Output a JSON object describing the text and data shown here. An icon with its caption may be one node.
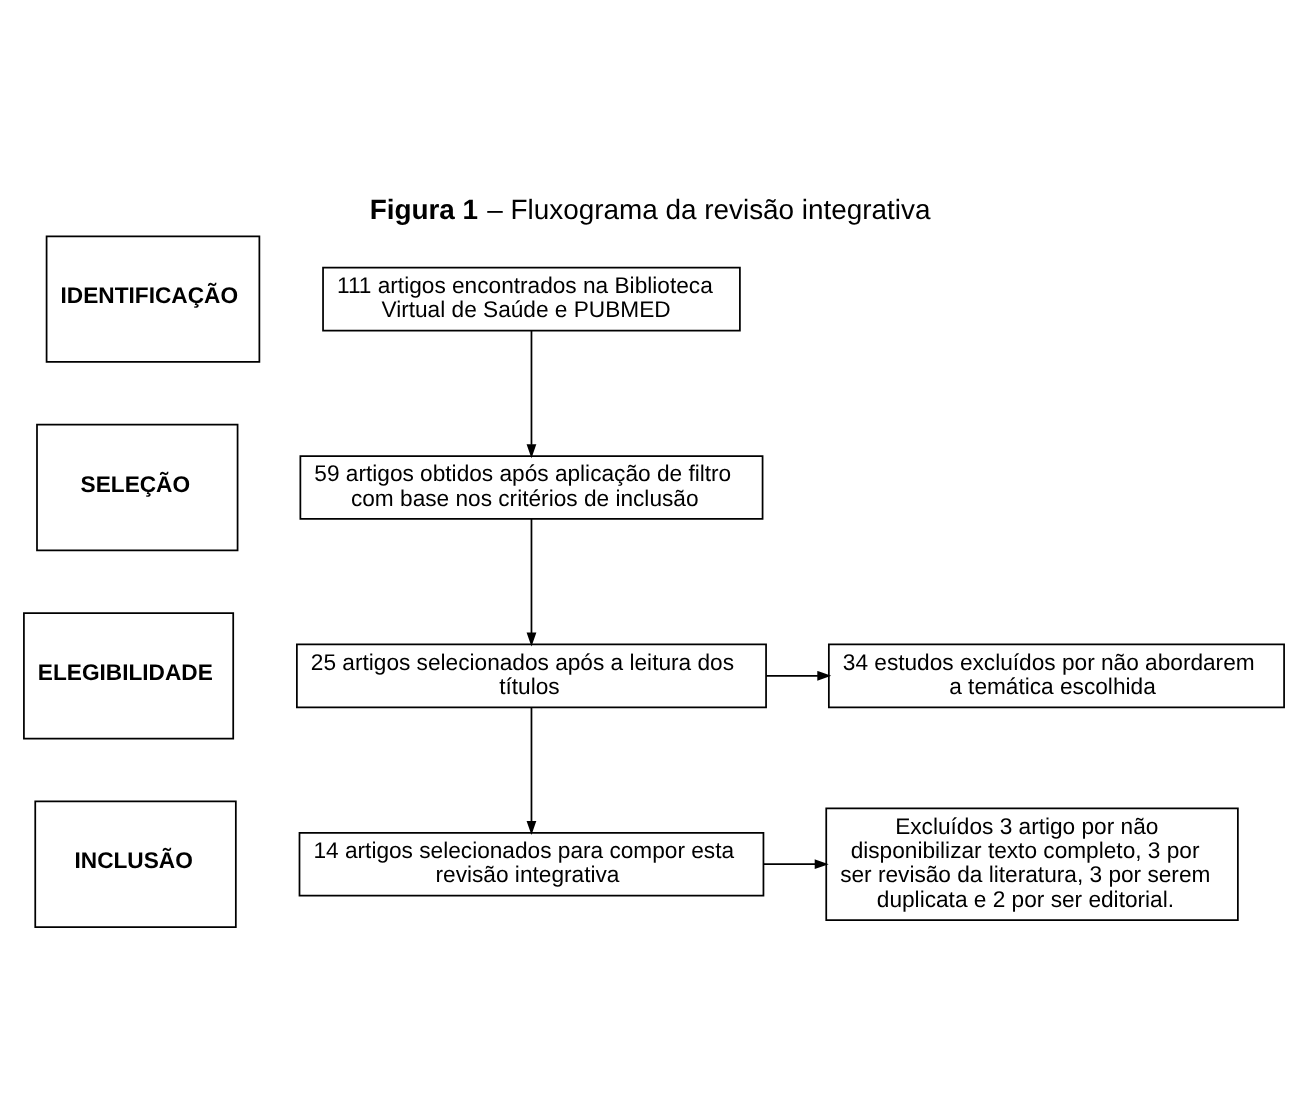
{
  "diagram": {
    "title": "**Figura 1** – Fluxograma da revisão integrativa",
    "nodes": [
      {
        "text": [
          "IDENTIFICAÇÃO"
        ]
      },
      {
        "text": [
          "SELEÇÃO"
        ]
      },
      {
        "text": [
          "ELEGIBILIDADE"
        ]
      },
      {
        "text": [
          "INCLUSÃO"
        ]
      },
      {
        "text": [
          "111 artigos encontrados na Biblioteca Virtual de Saúde e PUBMED"
        ]
      },
      {
        "text": [
          "59 artigos obtidos após aplicação de filtro com base nos critérios de inclusão"
        ]
      },
      {
        "text": [
          "25 artigos selecionados após a leitura dos títulos"
        ]
      },
      {
        "text": [
          "14 artigos selecionados para compor esta revisão integrativa"
        ]
      },
      {
        "text": [
          "34 estudos excluídos por não abordarem a temática escolhida"
        ]
      },
      {
        "text": [
          "Excluídos 3 artigo por não disponibilizar texto completo, 3 por ser revisão da literatura, 3 por serem duplicata e 2 por ser editorial."
        ]
      }
    ],
    "edges": [
      {
        "from": 4,
        "to": 5,
        "arrow": "to"
      },
      {
        "from": 5,
        "to": 6,
        "arrow": "to"
      },
      {
        "from": 6,
        "to": 8,
        "arrow": "to"
      },
      {
        "from": 6,
        "to": 7,
        "arrow": "to"
      },
      {
        "from": 7,
        "to": 9,
        "arrow": "to"
      }
    ]
  }
}
